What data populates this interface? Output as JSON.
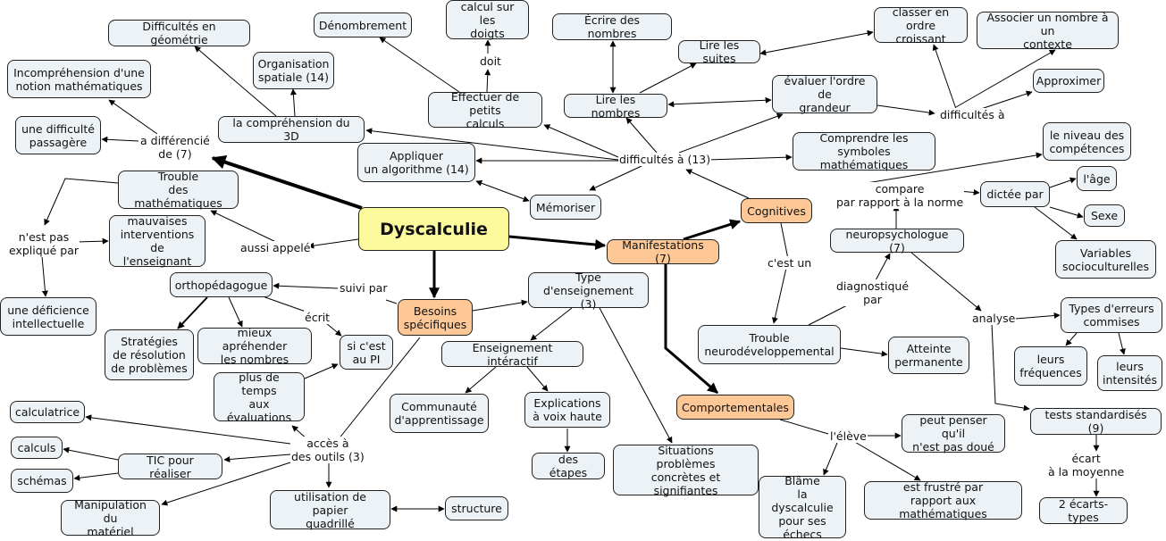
{
  "title": "Dyscalculie",
  "colors": {
    "main": "#fdfa9e",
    "category": "#fdc895",
    "concept": "#ecf2f5",
    "line": "#000000"
  },
  "nodes": {
    "dyscalculie": "Dyscalculie",
    "manifestations": "Manifestations (7)",
    "cognitives": "Cognitives",
    "comportementales": "Comportementales",
    "besoins": "Besoins\nspécifiques",
    "trouble_maths": "Trouble\ndes mathématiques",
    "mauvaises": "mauvaises\ninterventions\nde l'enseignant",
    "deficience": "une déficience\nintellectuelle",
    "difficulte_passagere": "une difficulté\npassagère",
    "incomprehension": "Incompréhension d'une\nnotion mathématiques",
    "geometrie": "Difficultés en géométrie",
    "organisation": "Organisation\nspatiale (14)",
    "comprehension3d": "la compréhension du 3D",
    "denombrement": "Dénombrement",
    "calcul_doigts": "calcul sur les\ndoigts",
    "petits_calculs": "Effectuer de petits\ncalculs",
    "algorithme": "Appliquer\nun algorithme (14)",
    "memoriser": "Mémoriser",
    "ecrire_nombres": "Écrire des nombres",
    "lire_nombres": "Lire les nombres",
    "lire_suites": "Lire les suites",
    "classer": "classer en ordre\ncroissant",
    "ordre_grandeur": "évaluer l'ordre de\ngrandeur",
    "associer": "Associer un nombre à un\ncontexte",
    "approximer": "Approximer",
    "symboles": "Comprendre les symboles\nmathématiques",
    "niveau_competences": "le niveau des\ncompétences",
    "age": "l'âge",
    "sexe": "Sexe",
    "dictee": "dictée par",
    "variables": "Variables\nsocioculturelles",
    "neuropsy": "neuropsychologue (7)",
    "trouble_neuro": "Trouble\nneurodéveloppemental",
    "atteinte": "Atteinte\npermanente",
    "types_erreurs": "Types d'erreurs\ncommises",
    "frequences": "leurs\nfréquences",
    "intensites": "leurs\nintensités",
    "tests": "tests standardisés (9)",
    "ecarts_types": "2 écarts-types",
    "penser_doue": "peut penser qu'il\nn'est pas doué",
    "blame": "Blâme\nla dyscalculie\npour ses\néchecs",
    "frustre": "est frustré par\nrapport aux mathématiques",
    "situations": "Situations\nproblèmes\nconcrètes et signifiantes",
    "type_enseignement": "Type\nd'enseignement (3)",
    "enseignement_interactif": "Enseignement intéractif",
    "communaute": "Communauté\nd'apprentissage",
    "explications": "Explications\nà voix haute",
    "etapes": "des étapes",
    "orthopedagogue": "orthopédagogue",
    "strategies": "Stratégies\nde résolution\nde problèmes",
    "mieux_aprehender": "mieux apréhender\nles nombres",
    "si_pi": "si c'est\nau PI",
    "plus_temps": "plus de temps\naux\névaluations",
    "calculatrice": "calculatrice",
    "calculs": "calculs",
    "schemas": "schémas",
    "tic": "TIC pour réaliser",
    "manipulation": "Manipulation du\nmatériel",
    "papier": "utilisation de papier\nquadrillé",
    "structure": "structure"
  },
  "links": {
    "a_differencie": "a différencié\nde (7)",
    "aussi_appele": "aussi appelé",
    "nest_pas": "n'est pas\nexpliqué par",
    "difficultes13": "difficultés à (13)",
    "doit": "doit",
    "difficultes_a": "difficultés à",
    "compare": "compare\npar rapport à la norme",
    "cest_un": "c'est un",
    "diagnostique": "diagnostiqué\npar",
    "analyse": "analyse",
    "ecart": "écart\nà la moyenne",
    "leleve": "l'élève",
    "suivi_par": "suivi par",
    "ecrit": "écrit",
    "acces": "accès à\ndes outils (3)"
  }
}
